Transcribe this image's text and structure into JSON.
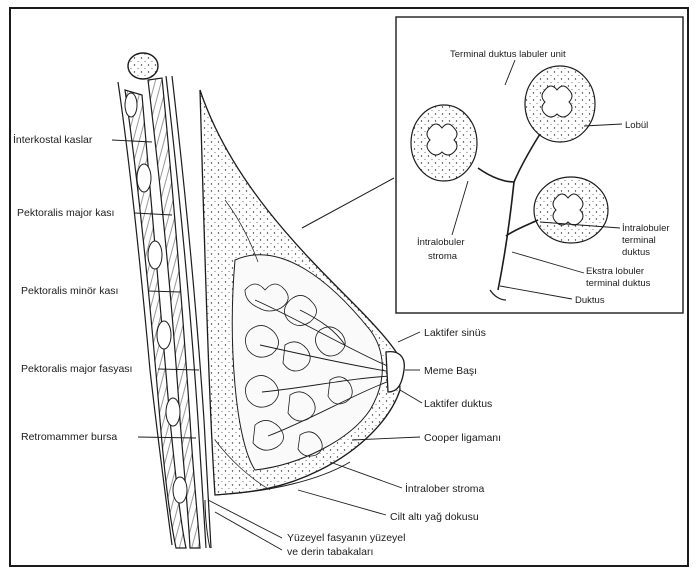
{
  "labels": {
    "interkostal": "İnterkostal kaslar",
    "pektoralis_major": "Pektoralis major kası",
    "pektoralis_minor": "Pektoralis minör kası",
    "pektoralis_fasya": "Pektoralis major fasyası",
    "retromammer": "Retromammer bursa",
    "terminal_duktus": "Terminal duktus labuler unit",
    "lobul": "Lobül",
    "intralobuler_stroma_1": "İntralobuler",
    "intralobuler_stroma_2": "stroma",
    "intralobuler_td_1": "İntralobuler",
    "intralobuler_td_2": "terminal",
    "intralobuler_td_3": "duktus",
    "ekstra_1": "Ekstra lobuler",
    "ekstra_2": "terminal duktus",
    "duktus": "Duktus",
    "laktifer_sinus": "Laktifer sinüs",
    "meme_basi": "Meme Başı",
    "laktifer_duktus": "Laktifer duktus",
    "cooper": "Cooper ligamanı",
    "intralober_stroma": "İntralober stroma",
    "cilt_alti": "Cilt altı yağ dokusu",
    "yuzeyel_1": "Yüzeyel fasyanın yüzeyel",
    "yuzeyel_2": "ve derin tabakaları"
  },
  "colors": {
    "ink": "#1c1c1c",
    "background": "#ffffff"
  }
}
